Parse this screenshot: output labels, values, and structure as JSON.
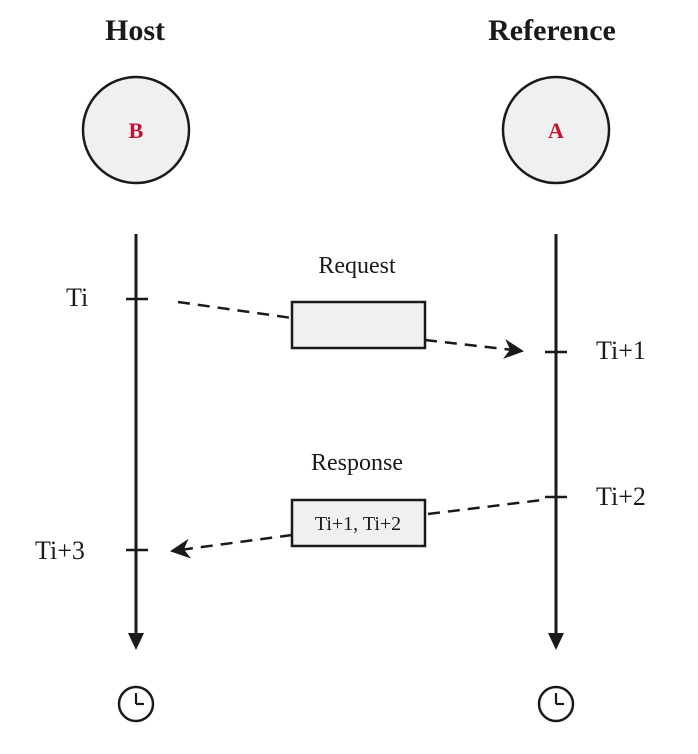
{
  "host": {
    "title": "Host",
    "node": "B"
  },
  "reference": {
    "title": "Reference",
    "node": "A"
  },
  "times": {
    "ti": "Ti",
    "ti1": "Ti+1",
    "ti2": "Ti+2",
    "ti3": "Ti+3"
  },
  "request": {
    "label": "Request",
    "payload": ""
  },
  "response": {
    "label": "Response",
    "payload": "Ti+1, Ti+2"
  },
  "colors": {
    "line": "#1a1a1a",
    "node_letter": "#c8102e",
    "box_fill": "#eef0f2"
  }
}
